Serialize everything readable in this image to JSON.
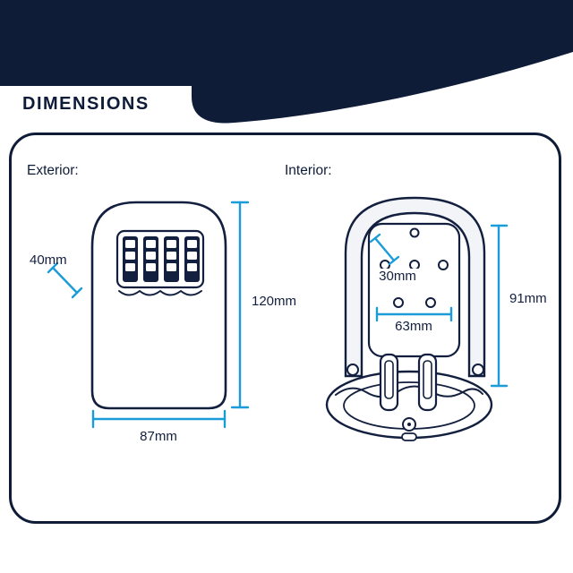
{
  "title": "DIMENSIONS",
  "sections": {
    "exterior": {
      "label": "Exterior:",
      "dims": {
        "dial_depth": "40mm",
        "height": "120mm",
        "width": "87mm"
      }
    },
    "interior": {
      "label": "Interior:",
      "dims": {
        "hole_spacing": "30mm",
        "width": "63mm",
        "height": "91mm"
      }
    }
  },
  "colors": {
    "navy": "#0f1c38",
    "accent": "#1a9cd8"
  }
}
